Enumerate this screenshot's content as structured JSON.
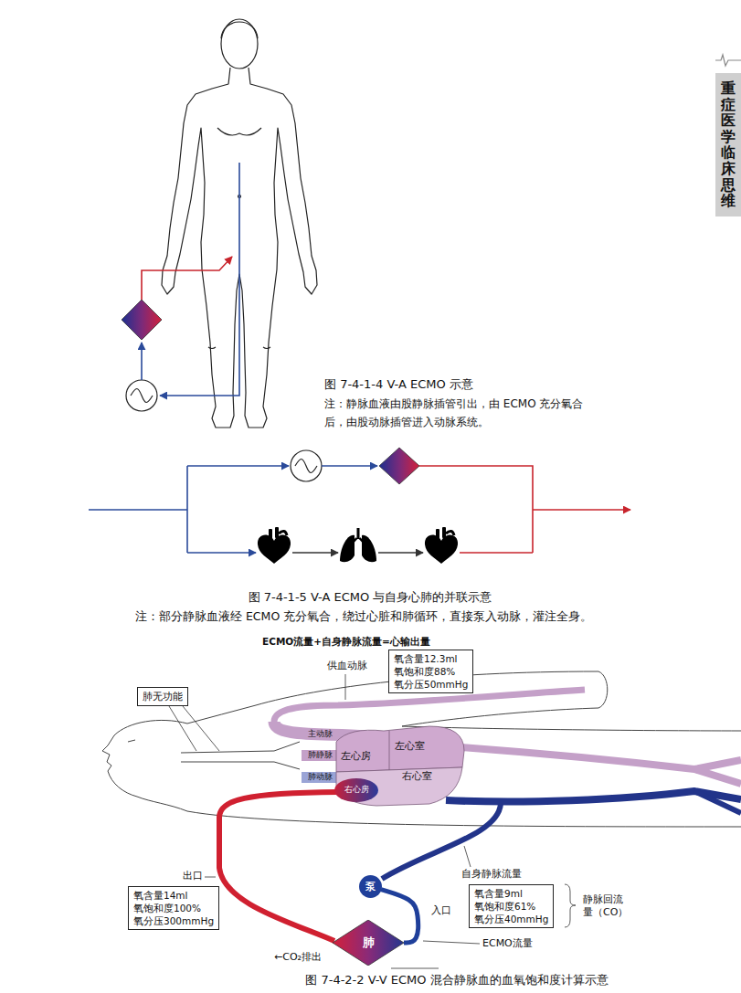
{
  "diagram": {
    "nodes": [
      {
        "text": [
          "重症医学临床思维"
        ]
      },
      {
        "text": [
          "氧含量12.3ml",
          "氧饱和度88%",
          "氧分压50mmHg"
        ]
      },
      {
        "text": [
          "肺无功能"
        ]
      },
      {
        "text": [
          "泵"
        ]
      },
      {
        "text": [
          "氧含量14ml",
          "氧饱和度100%",
          "氧分压300mmHg"
        ]
      },
      {
        "text": [
          "氧含量9ml",
          "氧饱和度61%",
          "氧分压40mmHg"
        ]
      },
      {
        "text": [
          "肺"
        ]
      }
    ],
    "edges": [
      {
        "from": 3,
        "to": 6,
        "arrow": "none"
      }
    ],
    "labels": [
      "图 7-4-1-4 V-A ECMO 示意",
      "注：静脉血液由股静脉插管引出，由 ECMO 充分氧合后，由股动脉插管进入动脉系统。",
      "图 7-4-1-5 V-A ECMO 与自身心肺的并联示意",
      "注：部分静脉血液经 ECMO 充分氧合，绕过心脏和肺循环，直接泵入动脉，灌注全身。",
      "ECMO流量+自身静脉流量=心输出量",
      "供血动脉",
      "主动脉",
      "肺静脉",
      "左心房",
      "左心室",
      "肺动脉",
      "右心室",
      "右心房",
      "出口",
      "自身静脉流量",
      "入口",
      "静脉回流量（CO）",
      "ECMO流量",
      "←CO₂排出",
      "图 7-4-2-2 V-V ECMO 混合静脉血的血氧饱和度计算示意"
    ]
  }
}
